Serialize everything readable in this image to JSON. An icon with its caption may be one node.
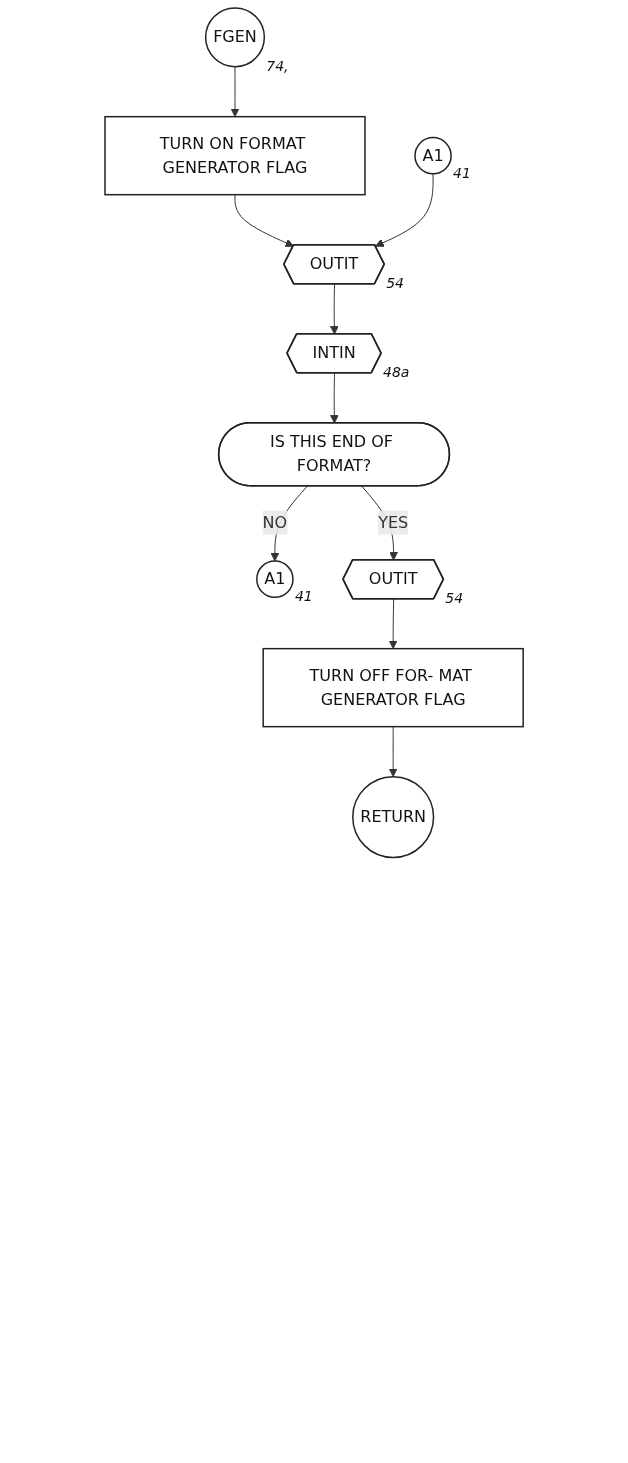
{
  "diagram": {
    "nodes": [
      {
        "text": [
          "FGEN"
        ],
        "beside": [
          "74,"
        ]
      },
      {
        "text": [
          "TURN ON FORMAT GENERATOR FLAG"
        ]
      },
      {
        "text": [
          "A1"
        ],
        "beside": [
          "41"
        ]
      },
      {
        "text": [
          "OUTIT"
        ],
        "beside": [
          "54"
        ]
      },
      {
        "text": [
          "INTIN"
        ],
        "beside": [
          "48a"
        ]
      },
      {
        "text": [
          "IS THIS END OF FORMAT?"
        ]
      },
      {
        "text": [
          "A1"
        ],
        "beside": [
          "41"
        ]
      },
      {
        "text": [
          "OUTIT"
        ],
        "beside": [
          "54"
        ]
      },
      {
        "text": [
          "TURN OFF FOR- MAT GENERATOR FLAG"
        ]
      },
      {
        "text": [
          "RETURN"
        ]
      }
    ],
    "edges": [
      {
        "from": 0,
        "to": 1,
        "arrow": "to"
      },
      {
        "from": 1,
        "to": 3,
        "arrow": "to"
      },
      {
        "from": 2,
        "to": 3,
        "arrow": "to"
      },
      {
        "from": 3,
        "to": 4,
        "arrow": "to"
      },
      {
        "from": 4,
        "to": 5,
        "arrow": "to"
      },
      {
        "from": 5,
        "to": 7,
        "label": "YES",
        "arrow": "to"
      },
      {
        "from": 5,
        "to": 6,
        "label": "NO",
        "arrow": "to"
      },
      {
        "from": 7,
        "to": 8,
        "arrow": "to"
      },
      {
        "from": 8,
        "to": 9,
        "arrow": "to"
      }
    ]
  }
}
